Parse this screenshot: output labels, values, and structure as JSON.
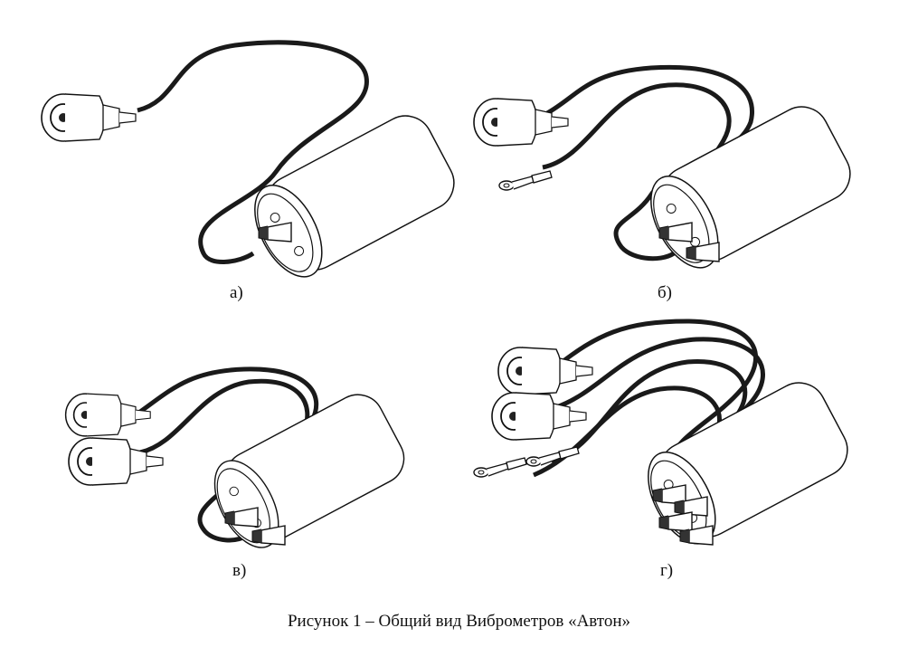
{
  "figure": {
    "panels": [
      {
        "label": "а)",
        "sensors": 1,
        "variant": "single sensor"
      },
      {
        "label": "б)",
        "sensors": 1,
        "variant": "sensor with lug"
      },
      {
        "label": "в)",
        "sensors": 2,
        "variant": "two sensors"
      },
      {
        "label": "г)",
        "sensors": 2,
        "variant": "two sensors with lugs"
      }
    ],
    "caption": "Рисунок 1 – Общий вид Виброметров «Автон»"
  }
}
